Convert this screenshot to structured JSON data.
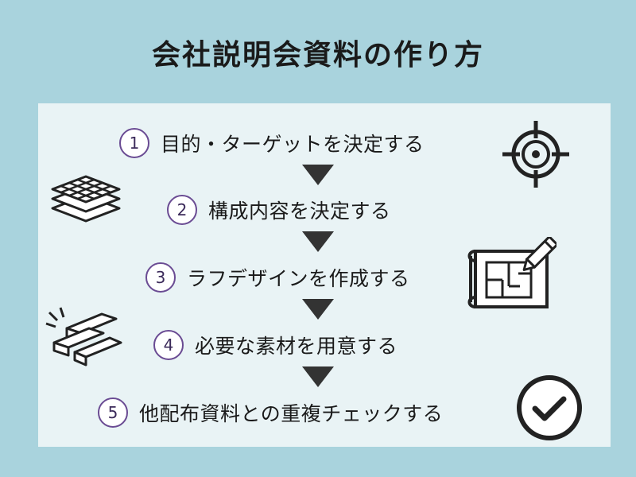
{
  "title": "会社説明会資料の作り方",
  "steps": [
    {
      "number": "1",
      "label": "目的・ターゲットを決定する"
    },
    {
      "number": "2",
      "label": "構成内容を決定する"
    },
    {
      "number": "3",
      "label": "ラフデザインを作成する"
    },
    {
      "number": "4",
      "label": "必要な素材を用意する"
    },
    {
      "number": "5",
      "label": "他配布資料との重複チェックする"
    }
  ],
  "icons": [
    "target-icon",
    "layers-grid-icon",
    "blueprint-pencil-icon",
    "steel-beams-icon",
    "checkmark-circle-icon"
  ],
  "colors": {
    "background": "#a9d3dd",
    "panel": "#e9f3f5",
    "number_ring": "#6a4b93",
    "arrow": "#333333"
  }
}
